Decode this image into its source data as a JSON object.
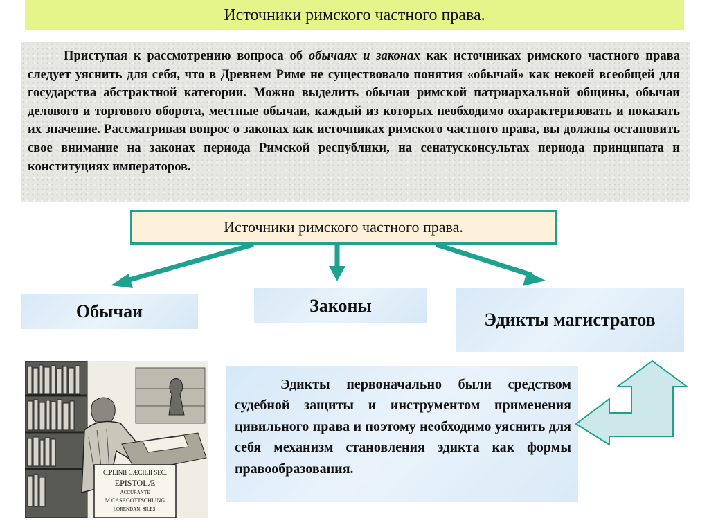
{
  "title": "Источники римского частного права.",
  "intro": {
    "before": "Приступая к рассмотрению вопроса об ",
    "italic": "обычаях и законах",
    "after": " как источниках римского частного права следует уяснить для себя, что в Древнем Риме не существовало понятия «обычай» как некоей всеобщей для государства абстрактной категории. Можно выделить обычаи римской патриархальной общины, обычаи делового и торгового оборота, местные обычаи, каждый из которых необходимо охарактеризовать и показать их значение. Рассматривая вопрос о законах как источниках римского частного права, вы должны остановить свое внимание на законах периода Римской республики, на сенатусконсультах периода принципата и конституциях императоров."
  },
  "diagram": {
    "root": "Источники римского частного права.",
    "branches": [
      "Обычаи",
      "Законы",
      "Эдикты магистратов"
    ]
  },
  "edicts_note": "Эдикты первоначально были средством судебной защиты и инструментом применения цивильного права и поэтому необходимо уяснить для себя механизм становления эдикта как формы правообразования.",
  "engraving": {
    "book_lines": [
      "C.PLINII CÆCILII SEC.",
      "EPISTOLÆ",
      "ACCURANTE",
      "M.CASP.GOTTSCHLING",
      "LORENDAN. SILES."
    ]
  },
  "colors": {
    "title_bg": "#e6f58a",
    "arrow": "#1ea28f",
    "center_box_bg": "#fdf1da",
    "category_bg": "#dbeaf7",
    "return_arrow_fill": "#cce8ea"
  }
}
